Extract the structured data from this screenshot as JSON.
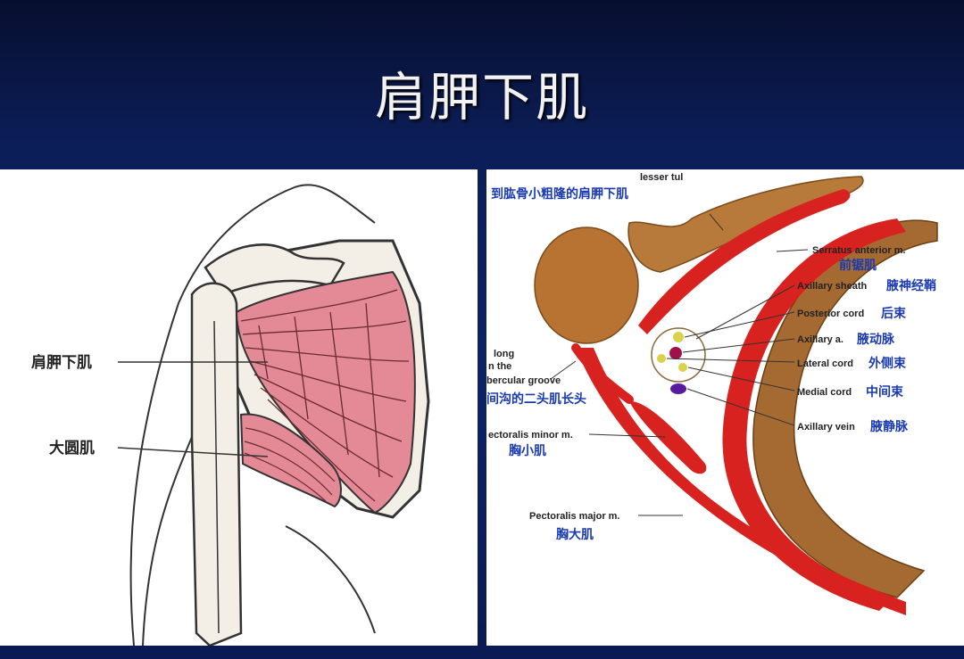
{
  "slide": {
    "title": "肩胛下肌"
  },
  "left_diagram": {
    "labels": {
      "subscapularis": "肩胛下肌",
      "teres_major": "大圆肌"
    }
  },
  "right_diagram": {
    "top_banner_cn": "到肱骨小粗隆的肩胛下肌",
    "lesser_tubercle": "lesser tul",
    "serratus_en": "Serratus anterior m.",
    "serratus_cn": "前锯肌",
    "axillary_sheath_en": "Axillary sheath",
    "axillary_sheath_cn": "腋神经鞘",
    "posterior_cord_en": "Posterior cord",
    "posterior_cord_cn": "后束",
    "axillary_a_en": "Axillary a.",
    "axillary_a_cn": "腋动脉",
    "lateral_cord_en": "Lateral cord",
    "lateral_cord_cn": "外侧束",
    "medial_cord_en": "Medial cord",
    "medial_cord_cn": "中间束",
    "axillary_vein_en": "Axillary vein",
    "axillary_vein_cn": "腋静脉",
    "biceps_line1": "long",
    "biceps_line2": "n the",
    "biceps_line3": "bercular groove",
    "biceps_cn": "间沟的二头肌长头",
    "pec_minor_en": "ectoralis minor m.",
    "pec_minor_cn": "胸小肌",
    "pec_major_en": "Pectoralis major m.",
    "pec_major_cn": "胸大肌"
  }
}
